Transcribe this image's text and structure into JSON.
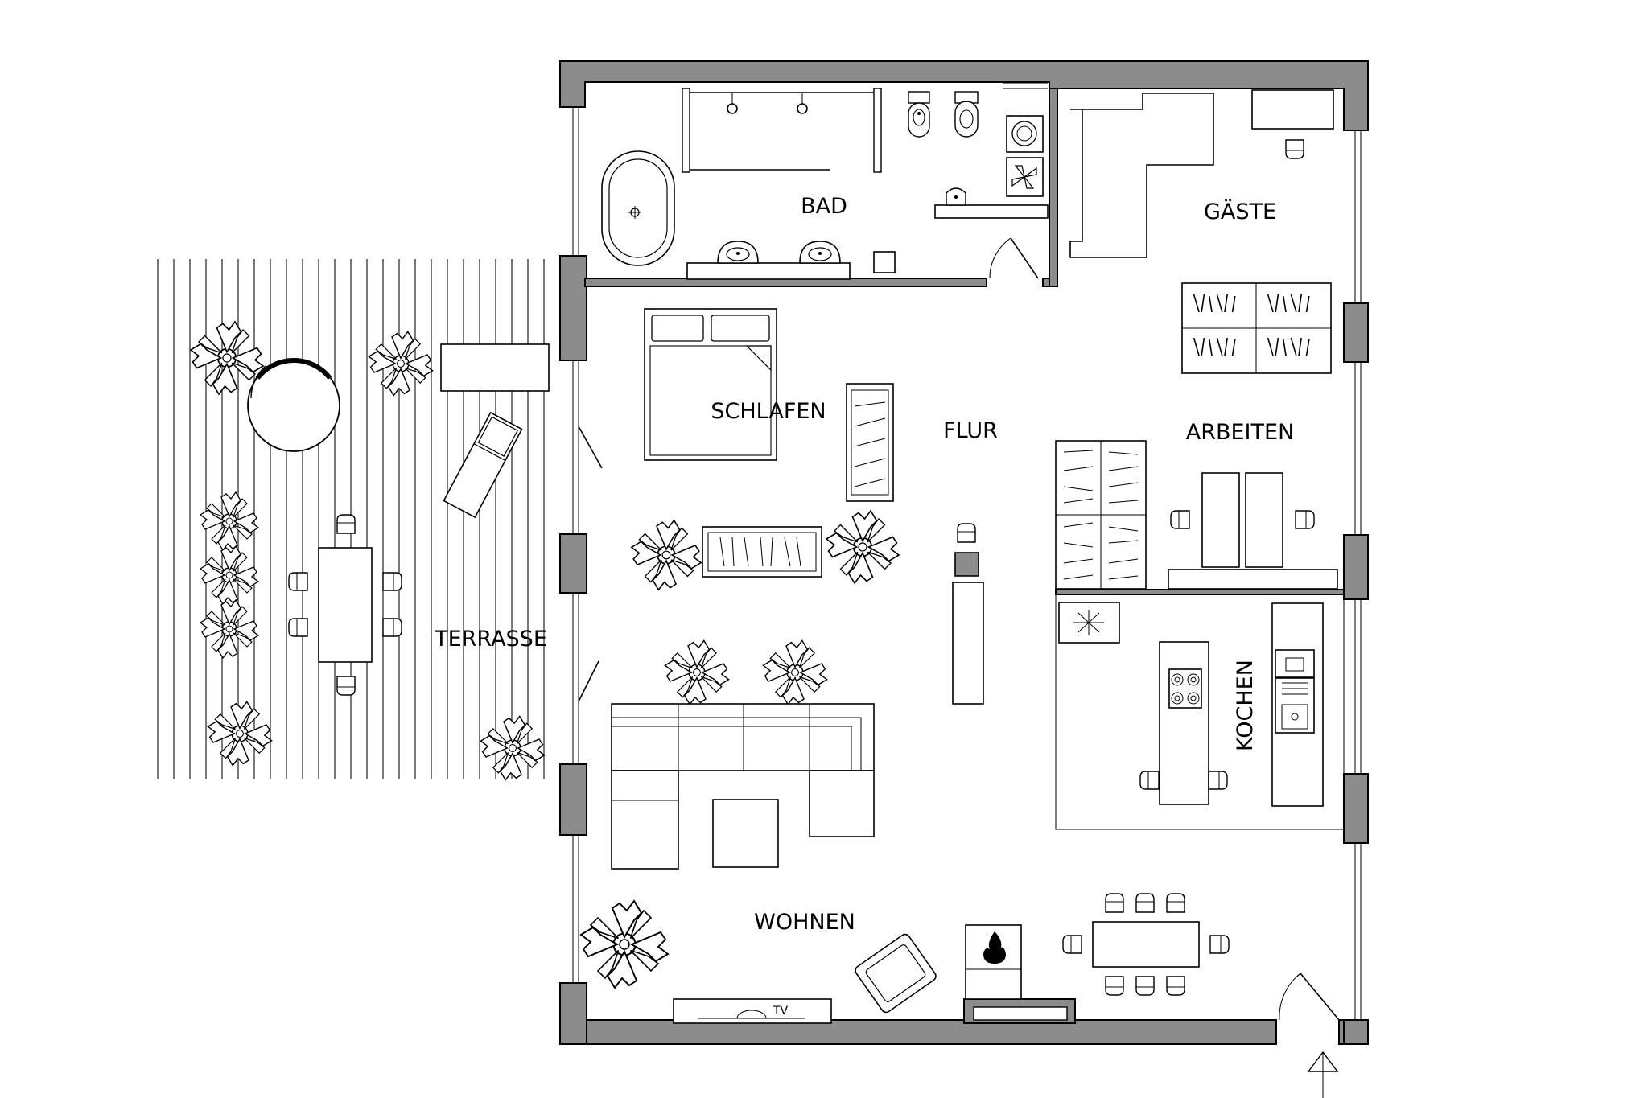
{
  "rooms": {
    "bad": "BAD",
    "gaeste": "GÄSTE",
    "schlafen": "SCHLAFEN",
    "flur": "FLUR",
    "arbeiten": "ARBEITEN",
    "terrasse": "TERRASSE",
    "kochen": "KOCHEN",
    "wohnen": "WOHNEN"
  },
  "furniture": {
    "tv": "TV"
  },
  "icons": [
    "plant-icon",
    "bathtub-icon",
    "toilet-icon",
    "bidet-icon",
    "washbasin-icon",
    "washing-machine-icon",
    "ventilation-icon",
    "bed-icon",
    "sofa-icon",
    "armchair-icon",
    "fireplace-icon",
    "cooktop-icon",
    "sink-icon",
    "chair-icon",
    "entrance-arrow-icon",
    "door-swing-icon",
    "deck-chair-icon",
    "round-table-icon"
  ]
}
